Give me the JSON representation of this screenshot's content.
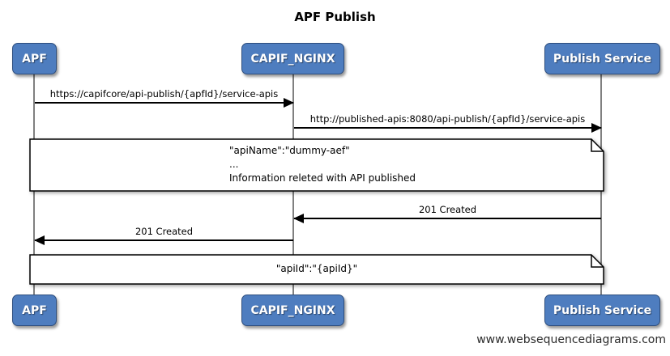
{
  "title": "APF Publish",
  "actors": [
    {
      "label": "APF"
    },
    {
      "label": "CAPIF_NGINX"
    },
    {
      "label": "Publish Service"
    }
  ],
  "messages": [
    {
      "label": "https://capifcore/api-publish/{apfId}/service-apis",
      "from": "APF",
      "to": "CAPIF_NGINX",
      "direction": "right"
    },
    {
      "label": "http://published-apis:8080/api-publish/{apfId}/service-apis",
      "from": "CAPIF_NGINX",
      "to": "Publish Service",
      "direction": "right"
    },
    {
      "label": "201 Created",
      "from": "Publish Service",
      "to": "CAPIF_NGINX",
      "direction": "left"
    },
    {
      "label": "201 Created",
      "from": "CAPIF_NGINX",
      "to": "APF",
      "direction": "left"
    }
  ],
  "notes": [
    {
      "lines": [
        "\"apiName\":\"dummy-aef\"",
        "...",
        "Information releted with API published"
      ]
    },
    {
      "lines": [
        "\"apiId\":\"{apiId}\""
      ]
    }
  ],
  "watermark": "www.websequencediagrams.com",
  "colors": {
    "actor_fill": "#4e7dbf",
    "actor_border": "#2e4e7e",
    "actor_text": "#ffffff",
    "lifeline": "#808080",
    "arrow": "#000000",
    "note_fill": "#ffffff",
    "note_border": "#000000"
  }
}
